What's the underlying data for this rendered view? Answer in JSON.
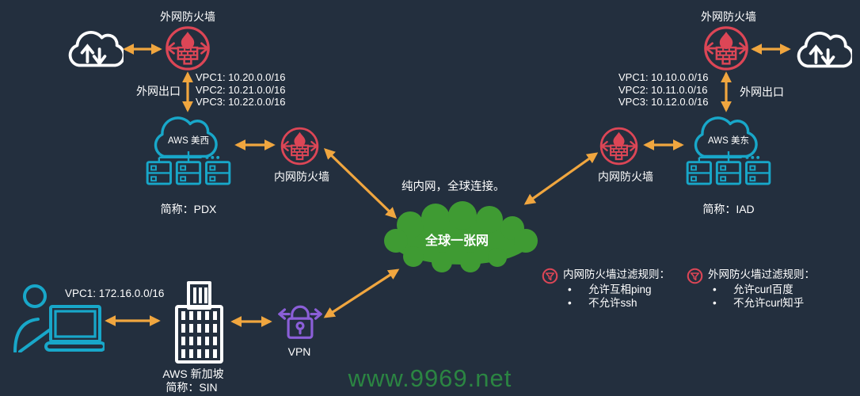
{
  "colors": {
    "background": "#232f3e",
    "arrow": "#f0a63f",
    "firewall_red": "#dc4656",
    "aws_teal": "#18a7c9",
    "white": "#ffffff",
    "vpn_purple": "#8b5fd8",
    "network_green": "#3f9b33",
    "watermark_green": "#2c8a43",
    "text": "#ffffff"
  },
  "west": {
    "external_firewall_label": "外网防火墙",
    "exit_label": "外网出口",
    "vpc_list": [
      "VPC1: 10.20.0.0/16",
      "VPC2: 10.21.0.0/16",
      "VPC3: 10.22.0.0/16"
    ],
    "cloud_label": "AWS 美西",
    "short_name": "简称：PDX",
    "internal_firewall_label": "内网防火墙"
  },
  "east": {
    "external_firewall_label": "外网防火墙",
    "exit_label": "外网出口",
    "vpc_list": [
      "VPC1: 10.10.0.0/16",
      "VPC2: 10.11.0.0/16",
      "VPC3: 10.12.0.0/16"
    ],
    "cloud_label": "AWS 美东",
    "short_name": "简称：IAD",
    "internal_firewall_label": "内网防火墙"
  },
  "center": {
    "caption": "纯内网，全球连接。",
    "cloud_label": "全球一张网"
  },
  "singapore": {
    "vpc_label": "VPC1: 172.16.0.0/16",
    "site_name": "AWS 新加坡",
    "short_name": "简称：SIN",
    "vpn_label": "VPN"
  },
  "rules": [
    {
      "title": "内网防火墙过滤规则：",
      "items": [
        "允许互相ping",
        "不允许ssh"
      ]
    },
    {
      "title": "外网防火墙过滤规则：",
      "items": [
        "允许curl百度",
        "不允许curl知乎"
      ]
    }
  ],
  "watermark": "www.9969.net"
}
